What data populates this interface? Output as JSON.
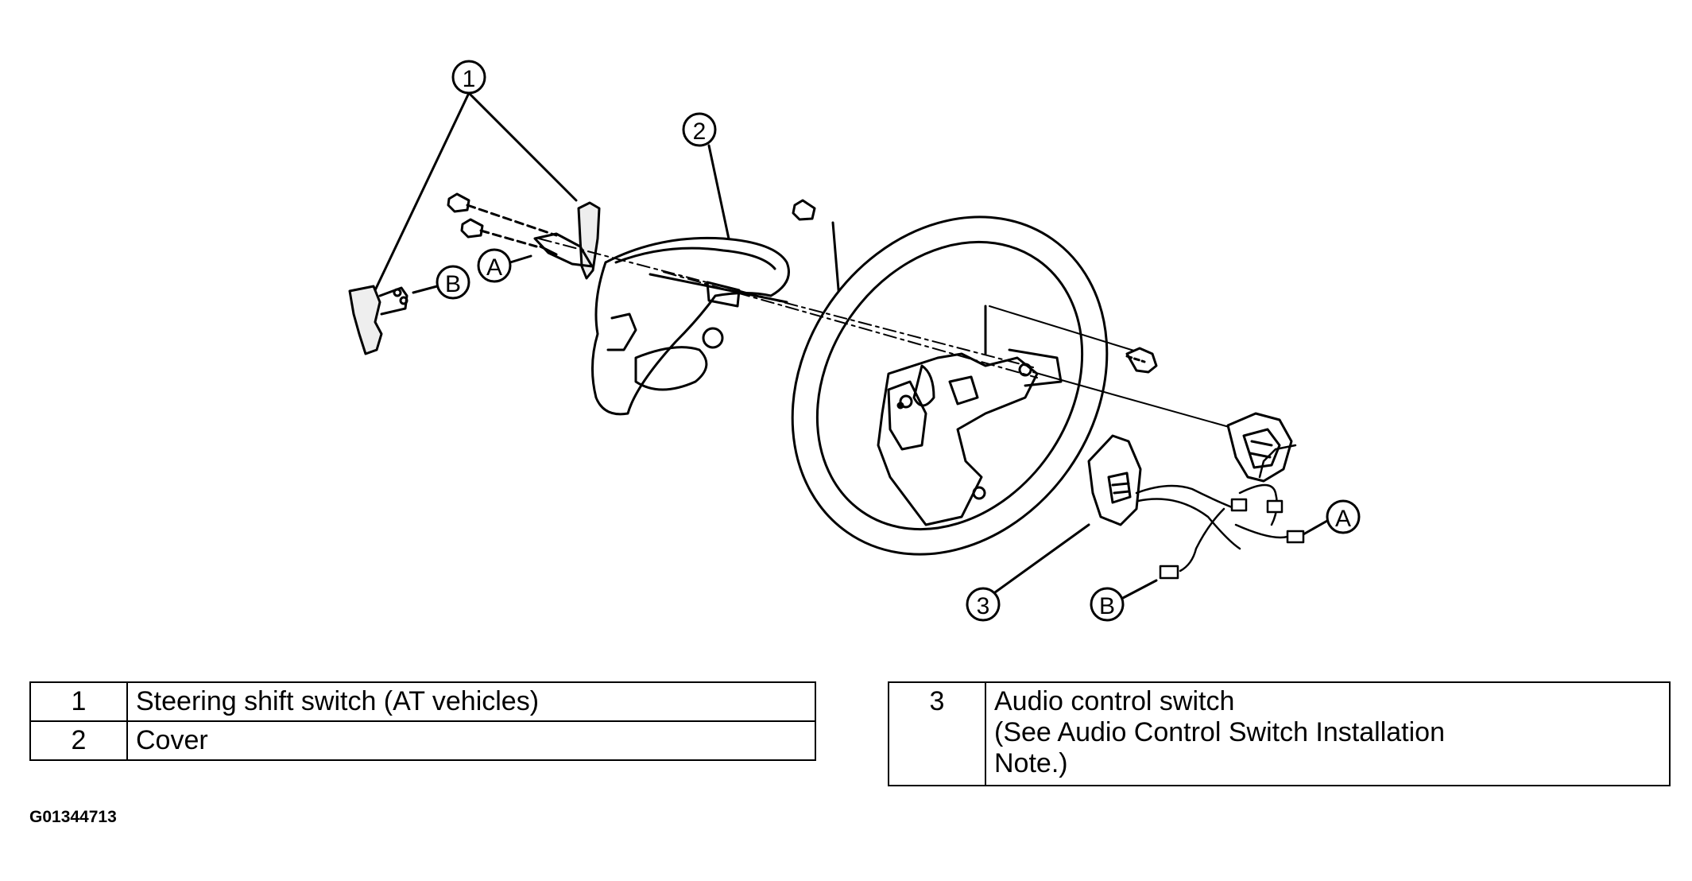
{
  "callouts": {
    "c1": "1",
    "c2": "2",
    "c3": "3",
    "a": "A",
    "b": "B"
  },
  "legend_left": [
    {
      "num": "1",
      "desc": "Steering shift switch (AT vehicles)"
    },
    {
      "num": "2",
      "desc": "Cover"
    }
  ],
  "legend_right": {
    "num": "3",
    "desc": "Audio control switch\n(See Audio Control Switch Installation\nNote.)"
  },
  "figure_id": "G01344713"
}
